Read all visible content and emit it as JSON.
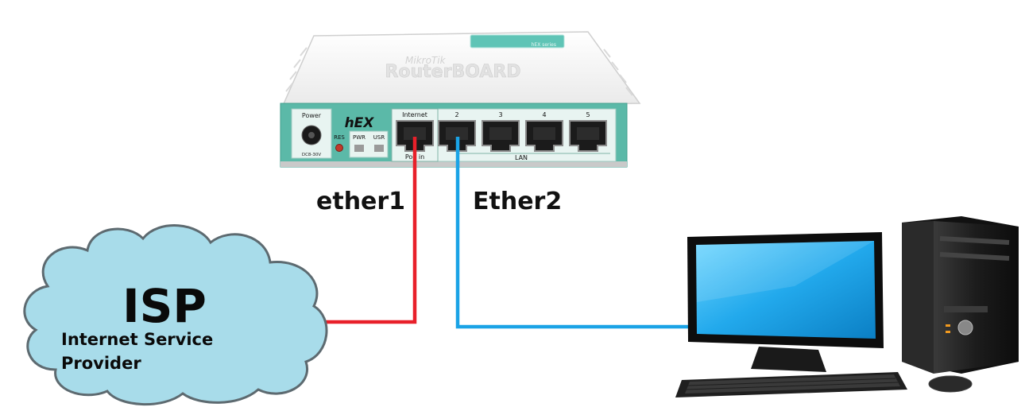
{
  "router": {
    "brand": "MikroTik",
    "board_name": "RouterBOARD",
    "series_label": "hEX series",
    "model": "hEX",
    "power_label": "Power",
    "voltage_label": "DC8-30V",
    "reset_label": "RES",
    "pwr_led_label": "PWR",
    "usr_led_label": "USR",
    "ports": [
      {
        "label": "Internet"
      },
      {
        "label": "2"
      },
      {
        "label": "3"
      },
      {
        "label": "4"
      },
      {
        "label": "5"
      }
    ],
    "poe_label": "PoE in",
    "lan_label": "LAN"
  },
  "links": {
    "wan_label": "ether1",
    "lan_label": "Ether2",
    "wan_color": "#e8202a",
    "lan_color": "#1aa3e6"
  },
  "isp": {
    "title": "ISP",
    "subtitle_line1": "Internet Service",
    "subtitle_line2": "Provider",
    "cloud_color": "#a8dcea"
  },
  "computer": {
    "screen_color": "#3ab8f0"
  }
}
